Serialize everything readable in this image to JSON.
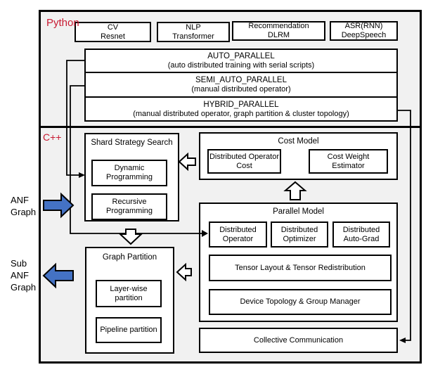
{
  "python": {
    "label": "Python",
    "apps": [
      {
        "line1": "CV",
        "line2": "Resnet"
      },
      {
        "line1": "NLP",
        "line2": "Transformer"
      },
      {
        "line1": "Recommendation",
        "line2": "DLRM"
      },
      {
        "line1": "ASR(RNN)",
        "line2": "DeepSpeech"
      }
    ],
    "bars": [
      {
        "title": "AUTO_PARALLEL",
        "subtitle": "(auto distributed training with serial scripts)"
      },
      {
        "title": "SEMI_AUTO_PARALLEL",
        "subtitle": "(manual distributed operator)"
      },
      {
        "title": "HYBRID_PARALLEL",
        "subtitle": "(manual distributed operator, graph partition & cluster topology)"
      }
    ]
  },
  "cpp": {
    "label": "C++",
    "shard_strategy_search": {
      "title": "Shard Strategy Search",
      "items": [
        "Dynamic Programming",
        "Recursive Programming"
      ]
    },
    "cost_model": {
      "title": "Cost Model",
      "items": [
        "Distributed Operator Cost",
        "Cost Weight Estimator"
      ]
    },
    "parallel_model": {
      "title": "Parallel Model",
      "items": [
        "Distributed Operator",
        "Distributed Optimizer",
        "Distributed Auto-Grad"
      ],
      "bars": [
        "Tensor Layout & Tensor Redistribution",
        "Device Topology & Group Manager"
      ]
    },
    "graph_partition": {
      "title": "Graph Partition",
      "items": [
        "Layer-wise partition",
        "Pipeline partition"
      ]
    },
    "collective_communication": "Collective Communication"
  },
  "side_labels": {
    "input": "ANF Graph",
    "output": "Sub ANF Graph"
  },
  "colors": {
    "section_label_red": "#c81a32",
    "arrow_blue": "#4472c4",
    "section_fill_gray": "#f1f1f1",
    "box_border": "#000000"
  }
}
